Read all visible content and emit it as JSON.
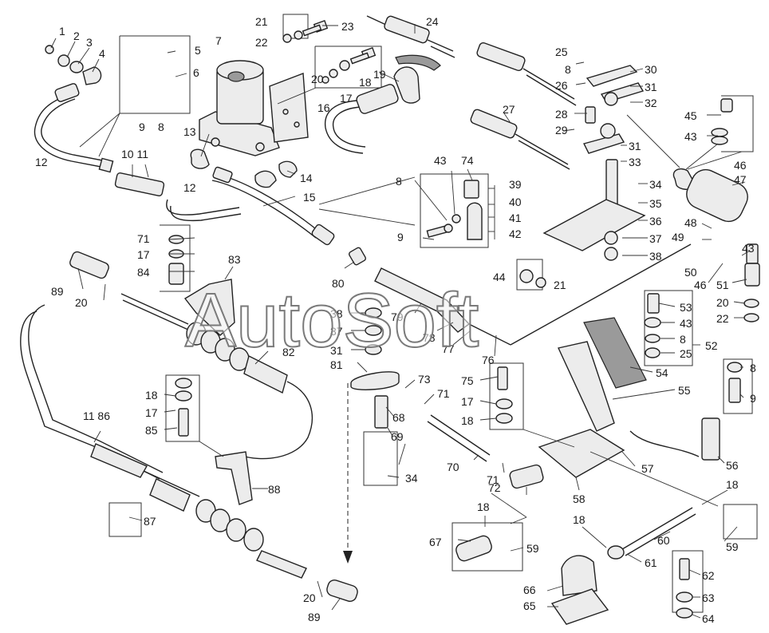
{
  "watermark": "AutoSoft",
  "colors": {
    "ink": "#222222",
    "paper": "#ffffff",
    "metal": "#ececec",
    "shade": "#9a9a9a"
  },
  "callouts": [
    {
      "id": "p1",
      "text": "1"
    },
    {
      "id": "p2",
      "text": "2"
    },
    {
      "id": "p3",
      "text": "3"
    },
    {
      "id": "p4",
      "text": "4"
    },
    {
      "id": "p5",
      "text": "5"
    },
    {
      "id": "p6",
      "text": "6"
    },
    {
      "id": "p7",
      "text": "7"
    },
    {
      "id": "p8a",
      "text": "8"
    },
    {
      "id": "p9a",
      "text": "9"
    },
    {
      "id": "p10_11",
      "text": "10 11"
    },
    {
      "id": "p12a",
      "text": "12"
    },
    {
      "id": "p12b",
      "text": "12"
    },
    {
      "id": "p13",
      "text": "13"
    },
    {
      "id": "p14",
      "text": "14"
    },
    {
      "id": "p15",
      "text": "15"
    },
    {
      "id": "p16",
      "text": "16"
    },
    {
      "id": "p17a",
      "text": "17"
    },
    {
      "id": "p18a",
      "text": "18"
    },
    {
      "id": "p19",
      "text": "19"
    },
    {
      "id": "p20a",
      "text": "20"
    },
    {
      "id": "p21a",
      "text": "21"
    },
    {
      "id": "p22a",
      "text": "22"
    },
    {
      "id": "p23",
      "text": "23"
    },
    {
      "id": "p24",
      "text": "24"
    },
    {
      "id": "p25a",
      "text": "25"
    },
    {
      "id": "p8b",
      "text": "8"
    },
    {
      "id": "p26",
      "text": "26"
    },
    {
      "id": "p30",
      "text": "30"
    },
    {
      "id": "p31a",
      "text": "31"
    },
    {
      "id": "p32",
      "text": "32"
    },
    {
      "id": "p27",
      "text": "27"
    },
    {
      "id": "p28",
      "text": "28"
    },
    {
      "id": "p29",
      "text": "29"
    },
    {
      "id": "p31b",
      "text": "31"
    },
    {
      "id": "p33",
      "text": "33"
    },
    {
      "id": "p45",
      "text": "45"
    },
    {
      "id": "p43a",
      "text": "43"
    },
    {
      "id": "p46a",
      "text": "46"
    },
    {
      "id": "p47",
      "text": "47"
    },
    {
      "id": "p34a",
      "text": "34"
    },
    {
      "id": "p35",
      "text": "35"
    },
    {
      "id": "p36",
      "text": "36"
    },
    {
      "id": "p37a",
      "text": "37"
    },
    {
      "id": "p38a",
      "text": "38"
    },
    {
      "id": "p48",
      "text": "48"
    },
    {
      "id": "p49",
      "text": "49"
    },
    {
      "id": "p43b",
      "text": "43"
    },
    {
      "id": "p50",
      "text": "50"
    },
    {
      "id": "p46b",
      "text": "46"
    },
    {
      "id": "p51",
      "text": "51"
    },
    {
      "id": "p20b",
      "text": "20"
    },
    {
      "id": "p22b",
      "text": "22"
    },
    {
      "id": "p8c",
      "text": "8"
    },
    {
      "id": "p43c",
      "text": "43"
    },
    {
      "id": "p74",
      "text": "74"
    },
    {
      "id": "p39",
      "text": "39"
    },
    {
      "id": "p40",
      "text": "40"
    },
    {
      "id": "p41",
      "text": "41"
    },
    {
      "id": "p42",
      "text": "42"
    },
    {
      "id": "p9b",
      "text": "9"
    },
    {
      "id": "p44",
      "text": "44"
    },
    {
      "id": "p21b",
      "text": "21"
    },
    {
      "id": "p71a",
      "text": "71"
    },
    {
      "id": "p17b",
      "text": "17"
    },
    {
      "id": "p84",
      "text": "84"
    },
    {
      "id": "p83",
      "text": "83"
    },
    {
      "id": "p80",
      "text": "80"
    },
    {
      "id": "p89a",
      "text": "89"
    },
    {
      "id": "p20c",
      "text": "20"
    },
    {
      "id": "p38b",
      "text": "38"
    },
    {
      "id": "p79",
      "text": "79"
    },
    {
      "id": "p37b",
      "text": "37"
    },
    {
      "id": "p78",
      "text": "78"
    },
    {
      "id": "p77",
      "text": "77"
    },
    {
      "id": "p31c",
      "text": "31"
    },
    {
      "id": "p76",
      "text": "76"
    },
    {
      "id": "p82",
      "text": "82"
    },
    {
      "id": "p81",
      "text": "81"
    },
    {
      "id": "p53",
      "text": "53"
    },
    {
      "id": "p43d",
      "text": "43"
    },
    {
      "id": "p8d",
      "text": "8"
    },
    {
      "id": "p25b",
      "text": "25"
    },
    {
      "id": "p52",
      "text": "52"
    },
    {
      "id": "p54",
      "text": "54"
    },
    {
      "id": "p55",
      "text": "55"
    },
    {
      "id": "p8e",
      "text": "8"
    },
    {
      "id": "p9c",
      "text": "9"
    },
    {
      "id": "p73",
      "text": "73"
    },
    {
      "id": "p71b",
      "text": "71"
    },
    {
      "id": "p75",
      "text": "75"
    },
    {
      "id": "p17c",
      "text": "17"
    },
    {
      "id": "p18b",
      "text": "18"
    },
    {
      "id": "p68",
      "text": "68"
    },
    {
      "id": "p69",
      "text": "69"
    },
    {
      "id": "p18c",
      "text": "18"
    },
    {
      "id": "p17d",
      "text": "17"
    },
    {
      "id": "p85",
      "text": "85"
    },
    {
      "id": "p11_86",
      "text": "11 86"
    },
    {
      "id": "p70",
      "text": "70"
    },
    {
      "id": "p71c",
      "text": "71"
    },
    {
      "id": "p72",
      "text": "72"
    },
    {
      "id": "p34b",
      "text": "34"
    },
    {
      "id": "p58",
      "text": "58"
    },
    {
      "id": "p57",
      "text": "57"
    },
    {
      "id": "p56",
      "text": "56"
    },
    {
      "id": "p88",
      "text": "88"
    },
    {
      "id": "p87",
      "text": "87"
    },
    {
      "id": "p18d",
      "text": "18"
    },
    {
      "id": "p67",
      "text": "67"
    },
    {
      "id": "p59a",
      "text": "59"
    },
    {
      "id": "p18e",
      "text": "18"
    },
    {
      "id": "p60",
      "text": "60"
    },
    {
      "id": "p18f",
      "text": "18"
    },
    {
      "id": "p61",
      "text": "61"
    },
    {
      "id": "p59b",
      "text": "59"
    },
    {
      "id": "p62",
      "text": "62"
    },
    {
      "id": "p66",
      "text": "66"
    },
    {
      "id": "p63",
      "text": "63"
    },
    {
      "id": "p65",
      "text": "65"
    },
    {
      "id": "p64",
      "text": "64"
    },
    {
      "id": "p20d",
      "text": "20"
    },
    {
      "id": "p89b",
      "text": "89"
    }
  ]
}
